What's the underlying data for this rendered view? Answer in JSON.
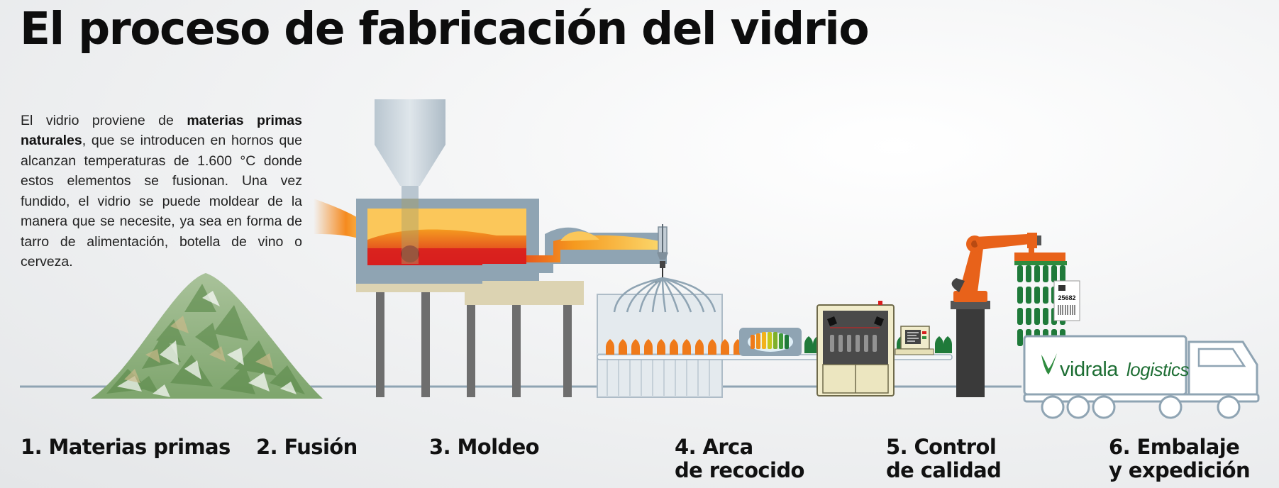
{
  "title": "El proceso de fabricación del vidrio",
  "intro": {
    "part1": "El vidrio proviene de ",
    "bold": "materias primas naturales",
    "part2": ", que se introducen en hornos que alcanzan temperaturas de 1.600 °C donde estos elementos se fusionan. Una vez fundido, el vidrio se puede moldear de la manera que se necesite, ya sea en forma de tarro de alimentación, botella de vino o cerveza."
  },
  "steps": [
    {
      "line1": "1. Materias primas",
      "line2": ""
    },
    {
      "line1": "2. Fusión",
      "line2": ""
    },
    {
      "line1": "3. Moldeo",
      "line2": ""
    },
    {
      "line1": "4. Arca",
      "line2": "de recocido"
    },
    {
      "line1": "5. Control",
      "line2": "de calidad"
    },
    {
      "line1": "6. Embalaje",
      "line2": "y expedición"
    }
  ],
  "pallet_label": "25682",
  "truck_brand": {
    "name": "vidrala",
    "suffix": "logistics"
  },
  "colors": {
    "steel": "#8fa4b3",
    "pillar": "#6e6e6e",
    "molten_red": "#d81e1e",
    "molten_orange": "#f59a1f",
    "molten_yellow": "#fbc75a",
    "amber_bottle": "#ef7a1a",
    "green_bottle": "#1f7a3a",
    "robot_orange": "#e8621a",
    "brand_green": "#2e8b3e"
  }
}
